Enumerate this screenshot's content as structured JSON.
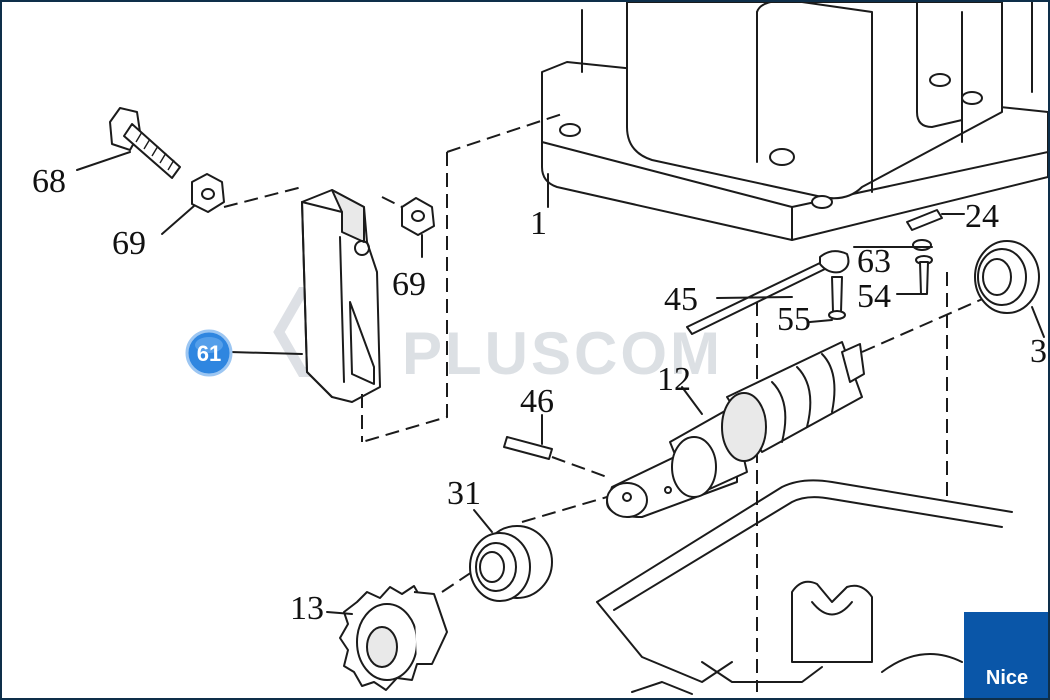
{
  "watermark": {
    "text": "PLUSCOM"
  },
  "brand": {
    "text": "Nice",
    "color": "#0a56a8"
  },
  "highlight": {
    "label": "61",
    "color": "#2f86e0"
  },
  "callouts": {
    "c68": "68",
    "c69a": "69",
    "c69b": "69",
    "c1": "1",
    "c24": "24",
    "c63": "63",
    "c54": "54",
    "c45": "45",
    "c55": "55",
    "c3": "3",
    "c12": "12",
    "c46": "46",
    "c31": "31",
    "c13": "13"
  }
}
